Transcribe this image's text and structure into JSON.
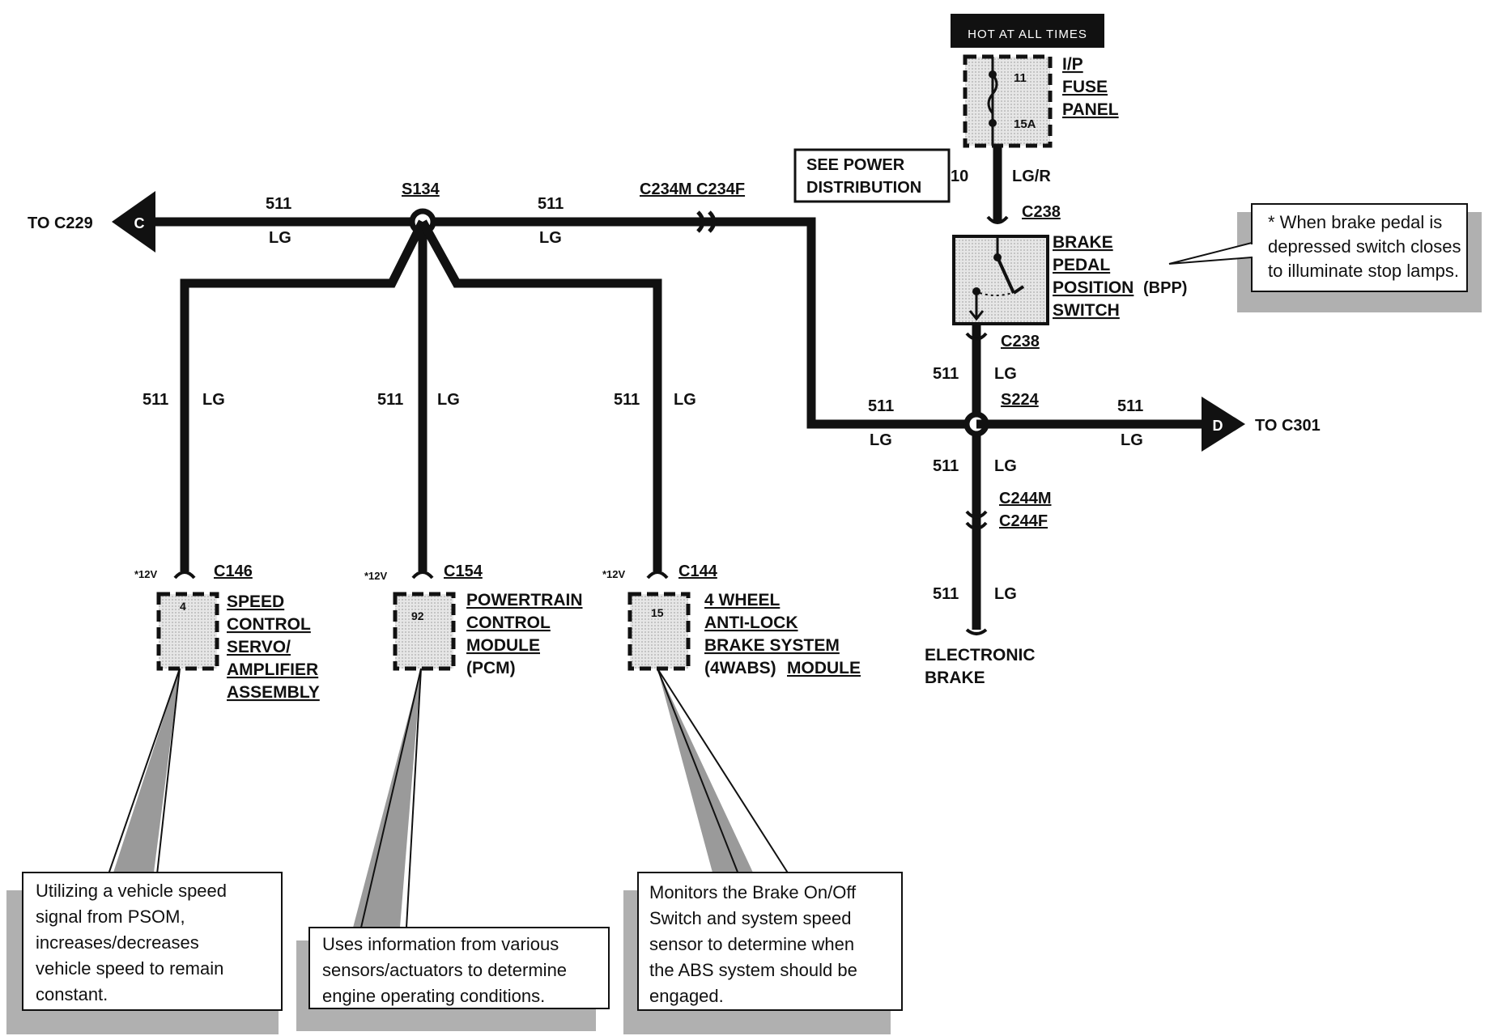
{
  "header": {
    "hot_at_all_times": "HOT AT ALL TIMES"
  },
  "fuse": {
    "label_1": "I/P",
    "label_2": "FUSE",
    "label_3": "PANEL",
    "number": "11",
    "rating": "15A"
  },
  "see_power": {
    "line1": "SEE POWER",
    "line2": "DISTRIBUTION"
  },
  "fuse_wire": {
    "circuit": "10",
    "color": "LG/R"
  },
  "connectors": {
    "c238_top": "C238",
    "c238_bottom": "C238",
    "s134": "S134",
    "s224": "S224",
    "c234": "C234M C234F",
    "c244m": "C244M",
    "c244f": "C244F",
    "c146": "C146",
    "c154": "C154",
    "c144": "C144"
  },
  "bpp_switch": {
    "line1": "BRAKE",
    "line2": "PEDAL",
    "line3": "POSITION",
    "line3_suffix": "(BPP)",
    "line4": "SWITCH"
  },
  "bpp_note": {
    "line1": "* When brake pedal is",
    "line2": "depressed switch closes",
    "line3": "to illuminate stop lamps."
  },
  "to_c229": {
    "text": "TO C229",
    "letter": "C"
  },
  "to_c301": {
    "text": "TO C301",
    "letter": "D"
  },
  "wire": {
    "circuit": "511",
    "color": "LG"
  },
  "electronic_brake": {
    "line1": "ELECTRONIC",
    "line2": "BRAKE"
  },
  "voltage": {
    "v1": "*12V",
    "v2": "*12V",
    "v3": "*12V"
  },
  "modules": {
    "speed_control": {
      "pin": "4",
      "line1": "SPEED",
      "line2": "CONTROL",
      "line3": "SERVO/",
      "line4": "AMPLIFIER",
      "line5": "ASSEMBLY"
    },
    "pcm": {
      "pin": "92",
      "line1": "POWERTRAIN",
      "line2": "CONTROL",
      "line3": "MODULE",
      "line4": "(PCM)"
    },
    "abs": {
      "pin": "15",
      "line1": "4 WHEEL",
      "line2": "ANTI-LOCK",
      "line3": "BRAKE SYSTEM",
      "line4a": "(4WABS)",
      "line4b": "MODULE"
    }
  },
  "notes": {
    "speed": {
      "line1": "Utilizing a vehicle speed",
      "line2": "signal from PSOM,",
      "line3": "increases/decreases",
      "line4": "vehicle speed to remain",
      "line5": "constant."
    },
    "pcm": {
      "line1": "Uses information from various",
      "line2": "sensors/actuators to determine",
      "line3": "engine operating conditions."
    },
    "abs": {
      "line1": "Monitors the Brake On/Off",
      "line2": "Switch and system speed",
      "line3": "sensor to determine when",
      "line4": "the ABS system should be",
      "line5": "engaged."
    }
  },
  "colors": {
    "wire": "#111111",
    "shadow": "#9a9a9a",
    "module_fill": "#dcdcdc",
    "hot_bg": "#111111"
  }
}
